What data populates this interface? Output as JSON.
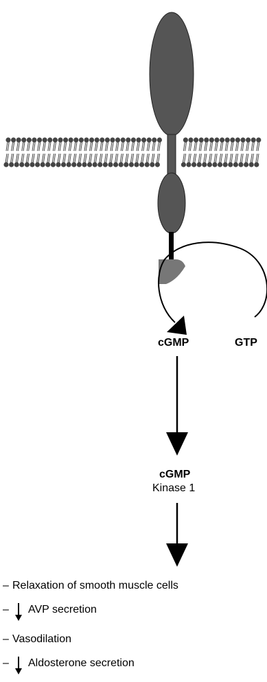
{
  "labels": {
    "product": "cGMP",
    "substrate": "GTP",
    "kinase_name": "cGMP",
    "kinase_suffix": "Kinase 1"
  },
  "effects": [
    {
      "prefix": "–",
      "down": false,
      "text": "Relaxation of smooth muscle cells"
    },
    {
      "prefix": "–",
      "down": true,
      "text": "AVP secretion"
    },
    {
      "prefix": "–",
      "down": false,
      "text": "Vasodilation"
    },
    {
      "prefix": "–",
      "down": true,
      "text": "Aldosterone secretion"
    }
  ],
  "colors": {
    "receptor": "#555555",
    "lipid_head": "#444444",
    "kinase_domain": "#777777",
    "arrow": "#000000"
  }
}
